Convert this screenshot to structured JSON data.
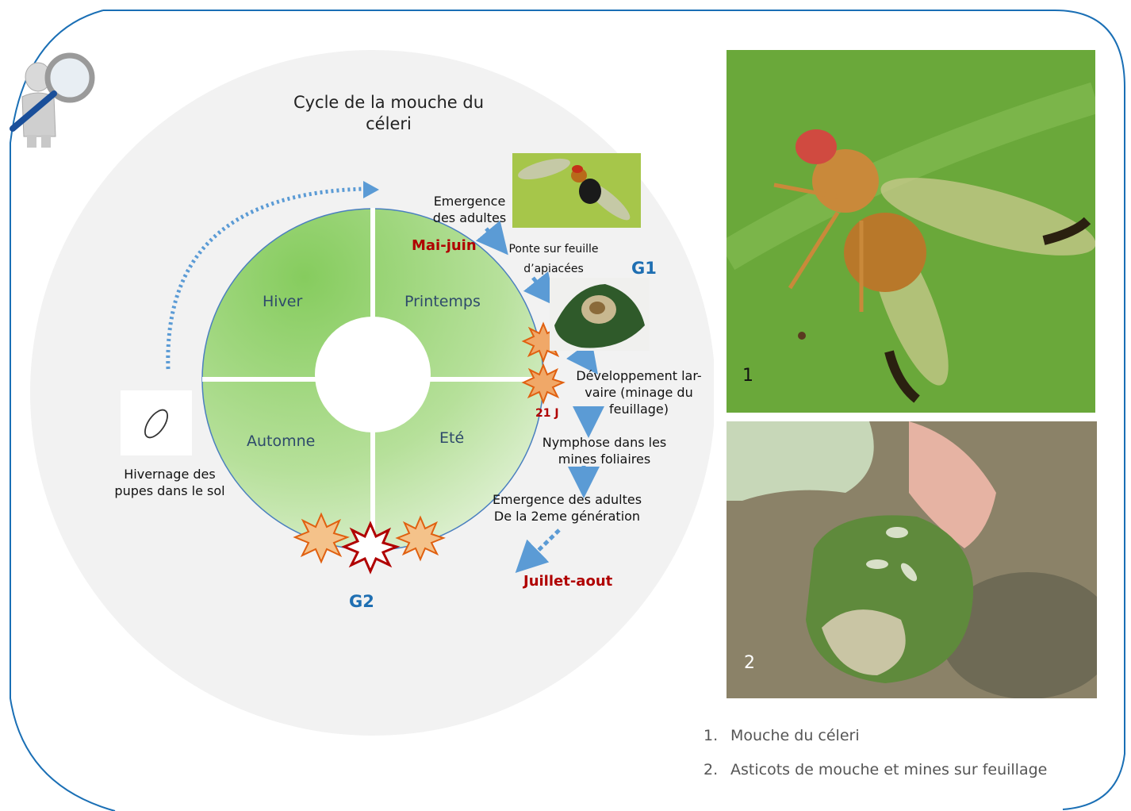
{
  "diagram": {
    "title": "Cycle de la mouche du céleri",
    "seasons": {
      "winter": "Hiver",
      "spring": "Printemps",
      "autumn": "Automne",
      "summer": "Eté"
    },
    "steps": {
      "emergence": "Emergence des adultes",
      "egg_laying": "Ponte sur feuille d’apiacées",
      "larval": "Développement lar-vaire (minage du feuillage)",
      "pupation": "Nymphose dans les mines foliaires",
      "emergence_g2": "Emergence des adultes De la 2eme génération",
      "overwintering": "Hivernage des pupes dans le sol"
    },
    "periods": {
      "may_june": "Mai-juin",
      "duration": "21 J",
      "july_august": "Juillet-aout"
    },
    "generations": {
      "g1": "G1",
      "g2": "G2"
    }
  },
  "photos": [
    {
      "number": "1",
      "caption": "Mouche du céleri"
    },
    {
      "number": "2",
      "caption": "Asticots de mouche et mines sur feuillage"
    }
  ],
  "captions": {
    "n1": "1.",
    "n2": "2."
  },
  "colors": {
    "frame": "#1a6fb5",
    "accent_blue": "#1f6fb2",
    "accent_red": "#b00000",
    "ring_green": "#8fd16a",
    "arrow_blue": "#5b9bd5"
  },
  "icons": [
    "magnifier-person-icon",
    "pupa-icon",
    "burst-icon"
  ]
}
